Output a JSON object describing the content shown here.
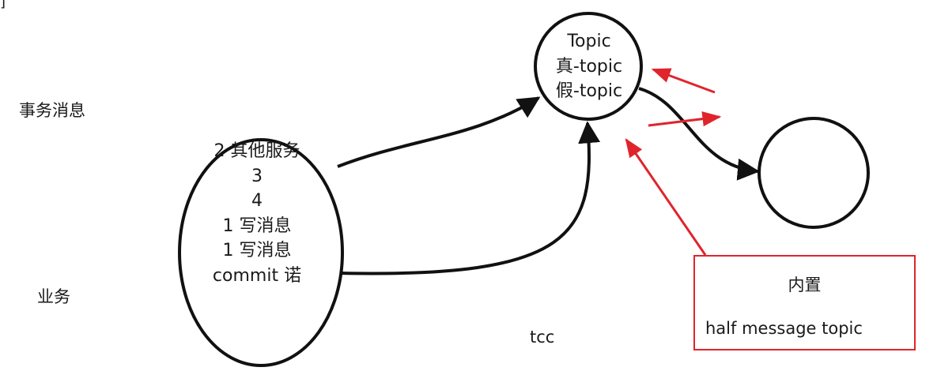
{
  "labels": {
    "transaction_msg": "事务消息",
    "business": "业务",
    "tcc": "tcc",
    "corner_mark": "]"
  },
  "producer_node": {
    "lines": [
      "2 其他服务",
      "3",
      "4",
      "1 写消息",
      "1 写消息",
      "commit 诺"
    ]
  },
  "topic_node": {
    "lines": [
      "Topic",
      "真-topic",
      "假-topic"
    ]
  },
  "internal_box": {
    "title": "内置",
    "subtitle": "half  message topic"
  },
  "colors": {
    "stroke": "#111111",
    "annotation": "#e0242c"
  }
}
